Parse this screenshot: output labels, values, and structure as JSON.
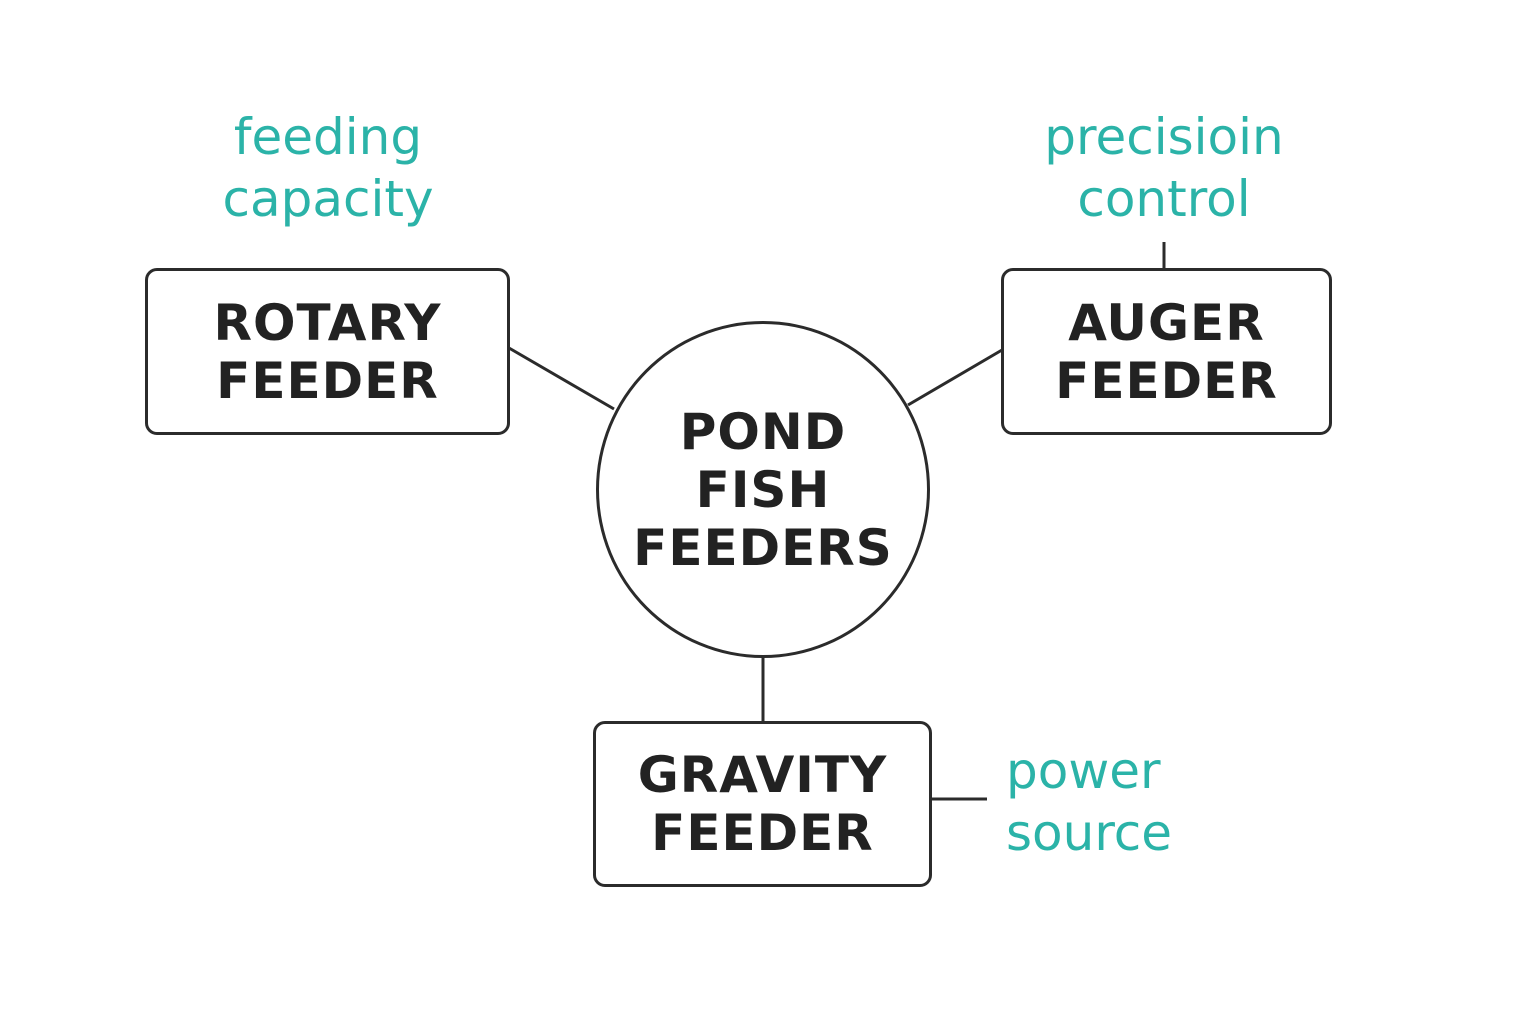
{
  "colors": {
    "outline": "#2b2b2b",
    "node_text": "#222222",
    "annotation_text": "#2bb3a8",
    "background": "#ffffff"
  },
  "center": {
    "line1": "POND",
    "line2": "FISH",
    "line3": "FEEDERS"
  },
  "nodes": {
    "rotary": {
      "line1": "ROTARY",
      "line2": "FEEDER"
    },
    "auger": {
      "line1": "AUGER",
      "line2": "FEEDER"
    },
    "gravity": {
      "line1": "GRAVITY",
      "line2": "FEEDER"
    }
  },
  "annotations": {
    "rotary": {
      "line1": "feeding",
      "line2": "capacity"
    },
    "auger": {
      "line1": "precisioin",
      "line2": "control"
    },
    "gravity": {
      "line1": "power",
      "line2": "source"
    }
  }
}
